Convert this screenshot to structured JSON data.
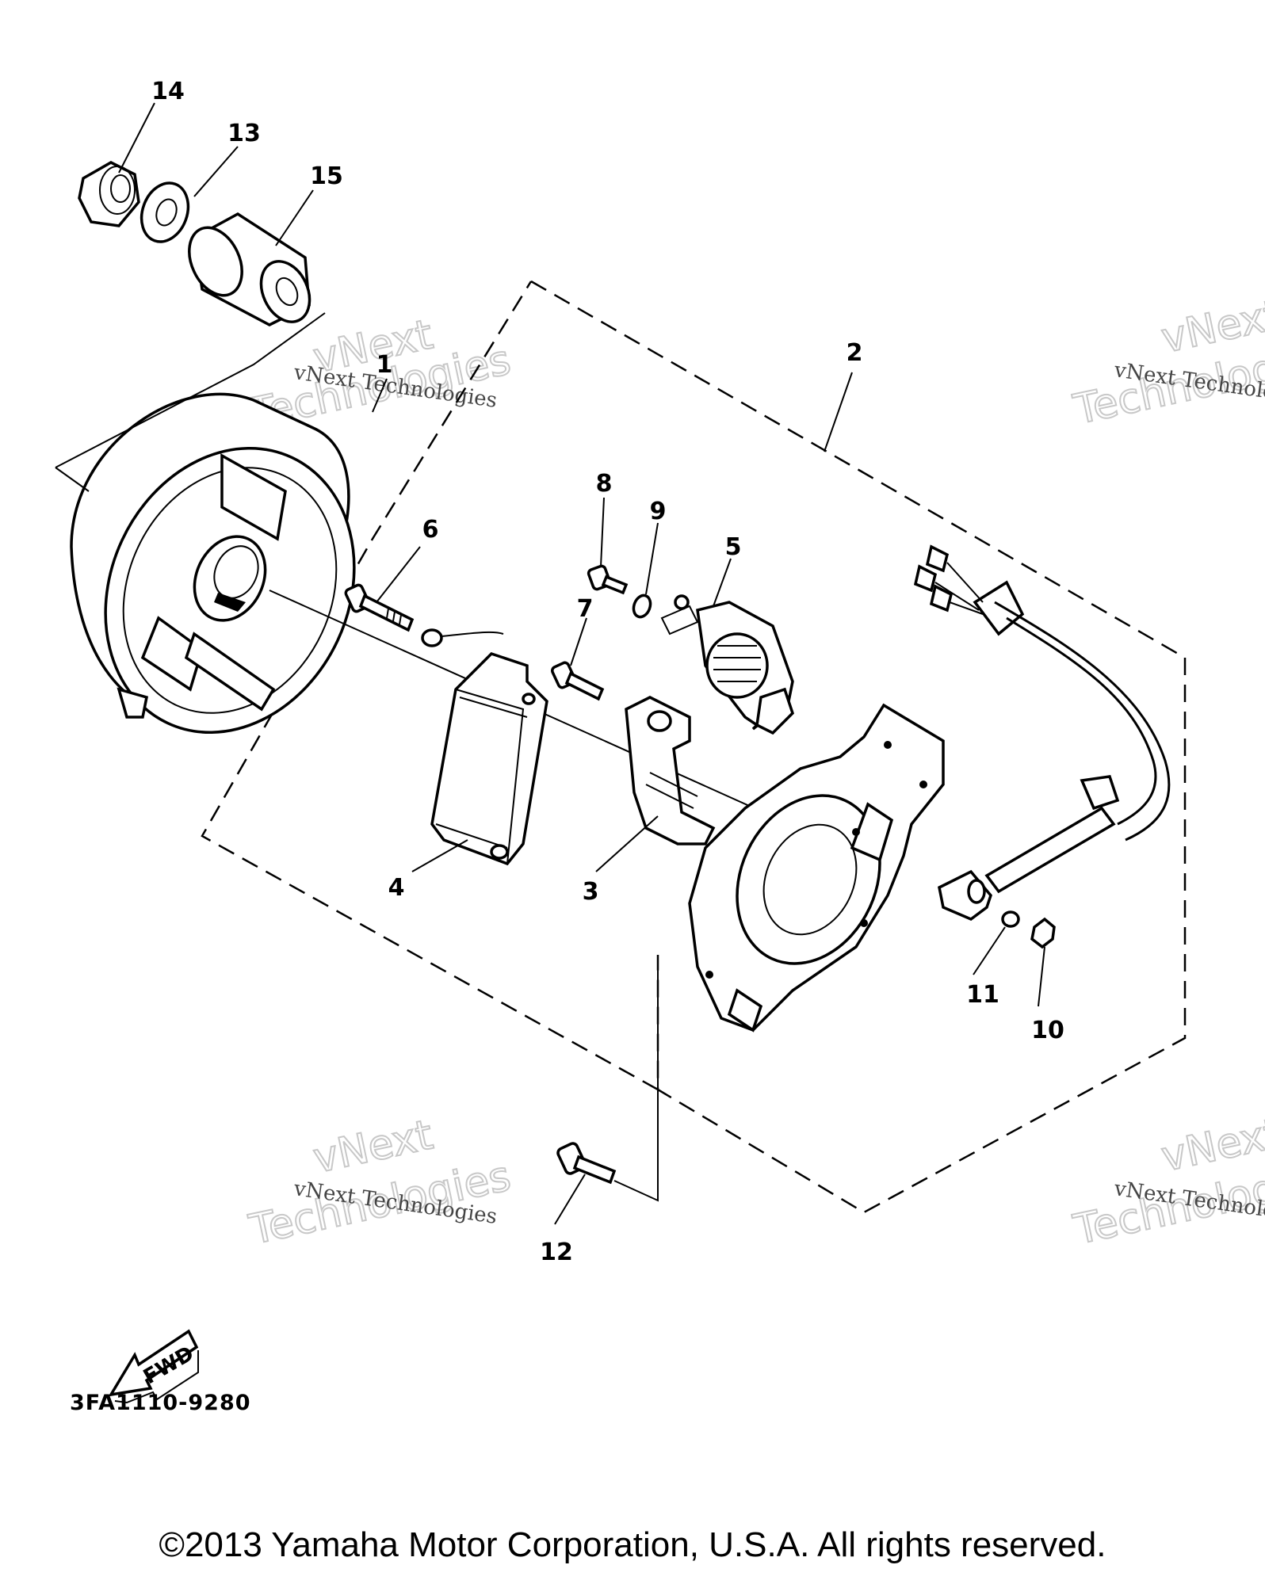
{
  "callouts": [
    "1",
    "2",
    "3",
    "4",
    "5",
    "6",
    "7",
    "8",
    "9",
    "10",
    "11",
    "12",
    "13",
    "14",
    "15"
  ],
  "fwd_label": "FWD",
  "diagram_code": "3FA1110-9280",
  "watermark_small": "vNext Technologies",
  "watermark_line1": "vNext",
  "watermark_line2": "Technologies",
  "copyright": "©2013 Yamaha Motor Corporation, U.S.A. All rights reserved."
}
